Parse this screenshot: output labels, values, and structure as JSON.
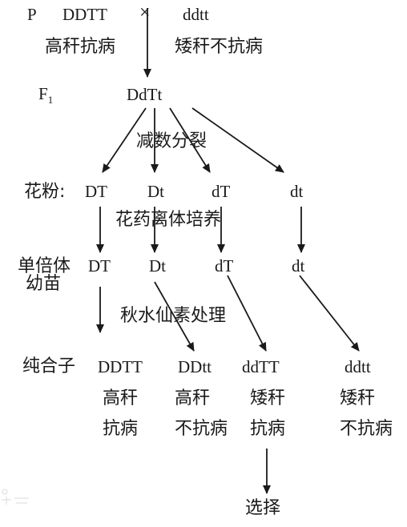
{
  "parents": {
    "p_label": "P",
    "genotype_1": "DDTT",
    "cross_symbol": "×",
    "genotype_2": "ddtt",
    "phenotype_1": "高秆抗病",
    "phenotype_2": "矮秆不抗病"
  },
  "f1": {
    "label": "F",
    "label_sub": "1",
    "genotype": "DdTt"
  },
  "steps": {
    "meiosis": "减数分裂",
    "anther_culture": "花药离体培养",
    "colchicine": "秋水仙素处理",
    "selection": "选择"
  },
  "pollen": {
    "label": "花粉:",
    "types": [
      "DT",
      "Dt",
      "dT",
      "dt"
    ]
  },
  "haploid": {
    "label_line1": "单倍体",
    "label_line2": "幼苗",
    "types": [
      "DT",
      "Dt",
      "dT",
      "dt"
    ]
  },
  "homozygote": {
    "label": "纯合子",
    "genotypes": [
      "DDTT",
      "DDtt",
      "ddTT",
      "ddtt"
    ],
    "traits": [
      [
        "高秆",
        "抗病"
      ],
      [
        "高秆",
        "不抗病"
      ],
      [
        "矮秆",
        "抗病"
      ],
      [
        "矮秆",
        "不抗病"
      ]
    ]
  }
}
